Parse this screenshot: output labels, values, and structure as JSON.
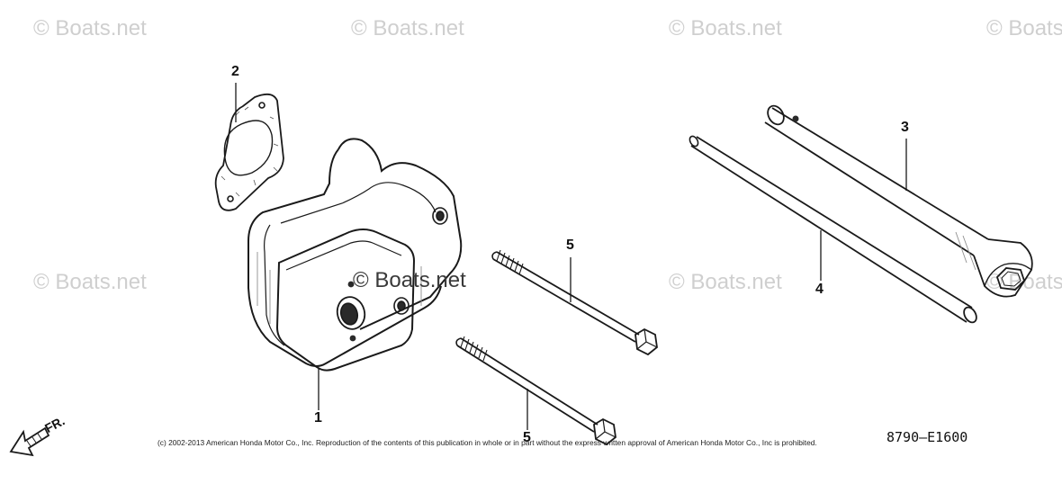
{
  "watermark": {
    "text": "© Boats.net"
  },
  "callouts": {
    "p1": "1",
    "p2": "2",
    "p3": "3",
    "p4": "4",
    "p5a": "5",
    "p5b": "5"
  },
  "front_label": "FR.",
  "diagram_code": "8790—E1600",
  "copyright": "(c) 2002-2013 American Honda Motor Co., Inc. Reproduction of the contents of this publication in whole or in part without the express written approval of American Honda Motor Co., Inc is prohibited.",
  "colors": {
    "line": "#1a1a1a",
    "shade": "#8f8f8f",
    "watermark": "#cfcfcf"
  }
}
